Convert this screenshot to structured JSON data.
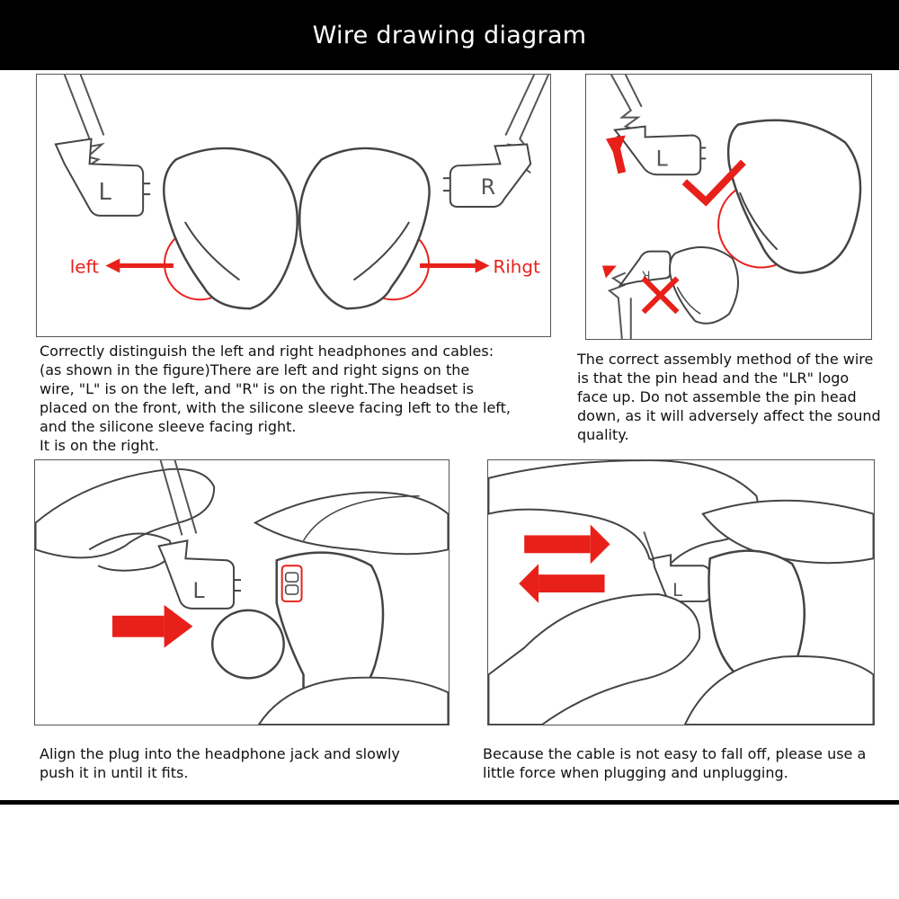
{
  "header": {
    "title": "Wire drawing diagram"
  },
  "panel1": {
    "plug_left_letter": "L",
    "plug_right_letter": "R",
    "arrow_left_label": "left",
    "arrow_right_label": "Rihgt"
  },
  "panel2": {
    "plug_up_letter": "L",
    "plug_down_letter": "R"
  },
  "panel3": {
    "plug_letter": "L"
  },
  "panel4": {
    "plug_letter": "L"
  },
  "captions": {
    "cap1": [
      "Correctly distinguish the left and right headphones and cables:",
      "(as shown in the figure)There are left and right signs on the",
      "wire, \"L\" is on the left, and \"R\" is on the right.The headset is",
      "placed on the front, with the silicone sleeve facing left to the left,",
      "and the silicone sleeve facing right.",
      "It is on the right."
    ],
    "cap2": [
      "The correct assembly method of the wire",
      "is that the pin head and the \"LR\" logo",
      "face up. Do not assemble the pin head",
      "down, as it will adversely affect the sound",
      "quality."
    ],
    "cap3": [
      "Align the plug into the headphone jack and slowly",
      "push it in until it fits."
    ],
    "cap4": [
      "Because the cable is not easy to fall off, please use a",
      "little force when plugging and unplugging."
    ]
  },
  "colors": {
    "accent_red": "#e8201a",
    "line": "#444444",
    "header_bg": "#000000"
  }
}
